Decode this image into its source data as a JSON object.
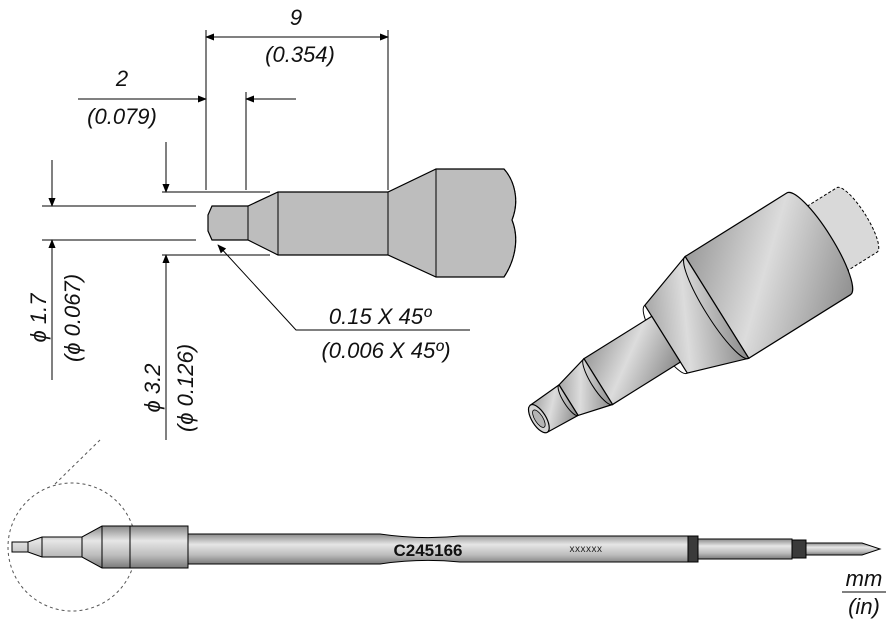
{
  "dimensions": {
    "length_total": {
      "mm": "9",
      "in": "(0.354)"
    },
    "tip_length": {
      "mm": "2",
      "in": "(0.079)"
    },
    "diameter_tip": {
      "mm": "ϕ 1.7",
      "in": "(ϕ 0.067)"
    },
    "diameter_step": {
      "mm": "ϕ 3.2",
      "in": "(ϕ 0.126)"
    },
    "chamfer": {
      "mm": "0.15 X 45º",
      "in": "(0.006 X 45º)"
    }
  },
  "part": {
    "code": "C245166",
    "serial": "xxxxxx"
  },
  "units": {
    "primary": "mm",
    "secondary": "(in)"
  },
  "colors": {
    "body": "#bdbdbd",
    "band": "#3a3a3a"
  }
}
